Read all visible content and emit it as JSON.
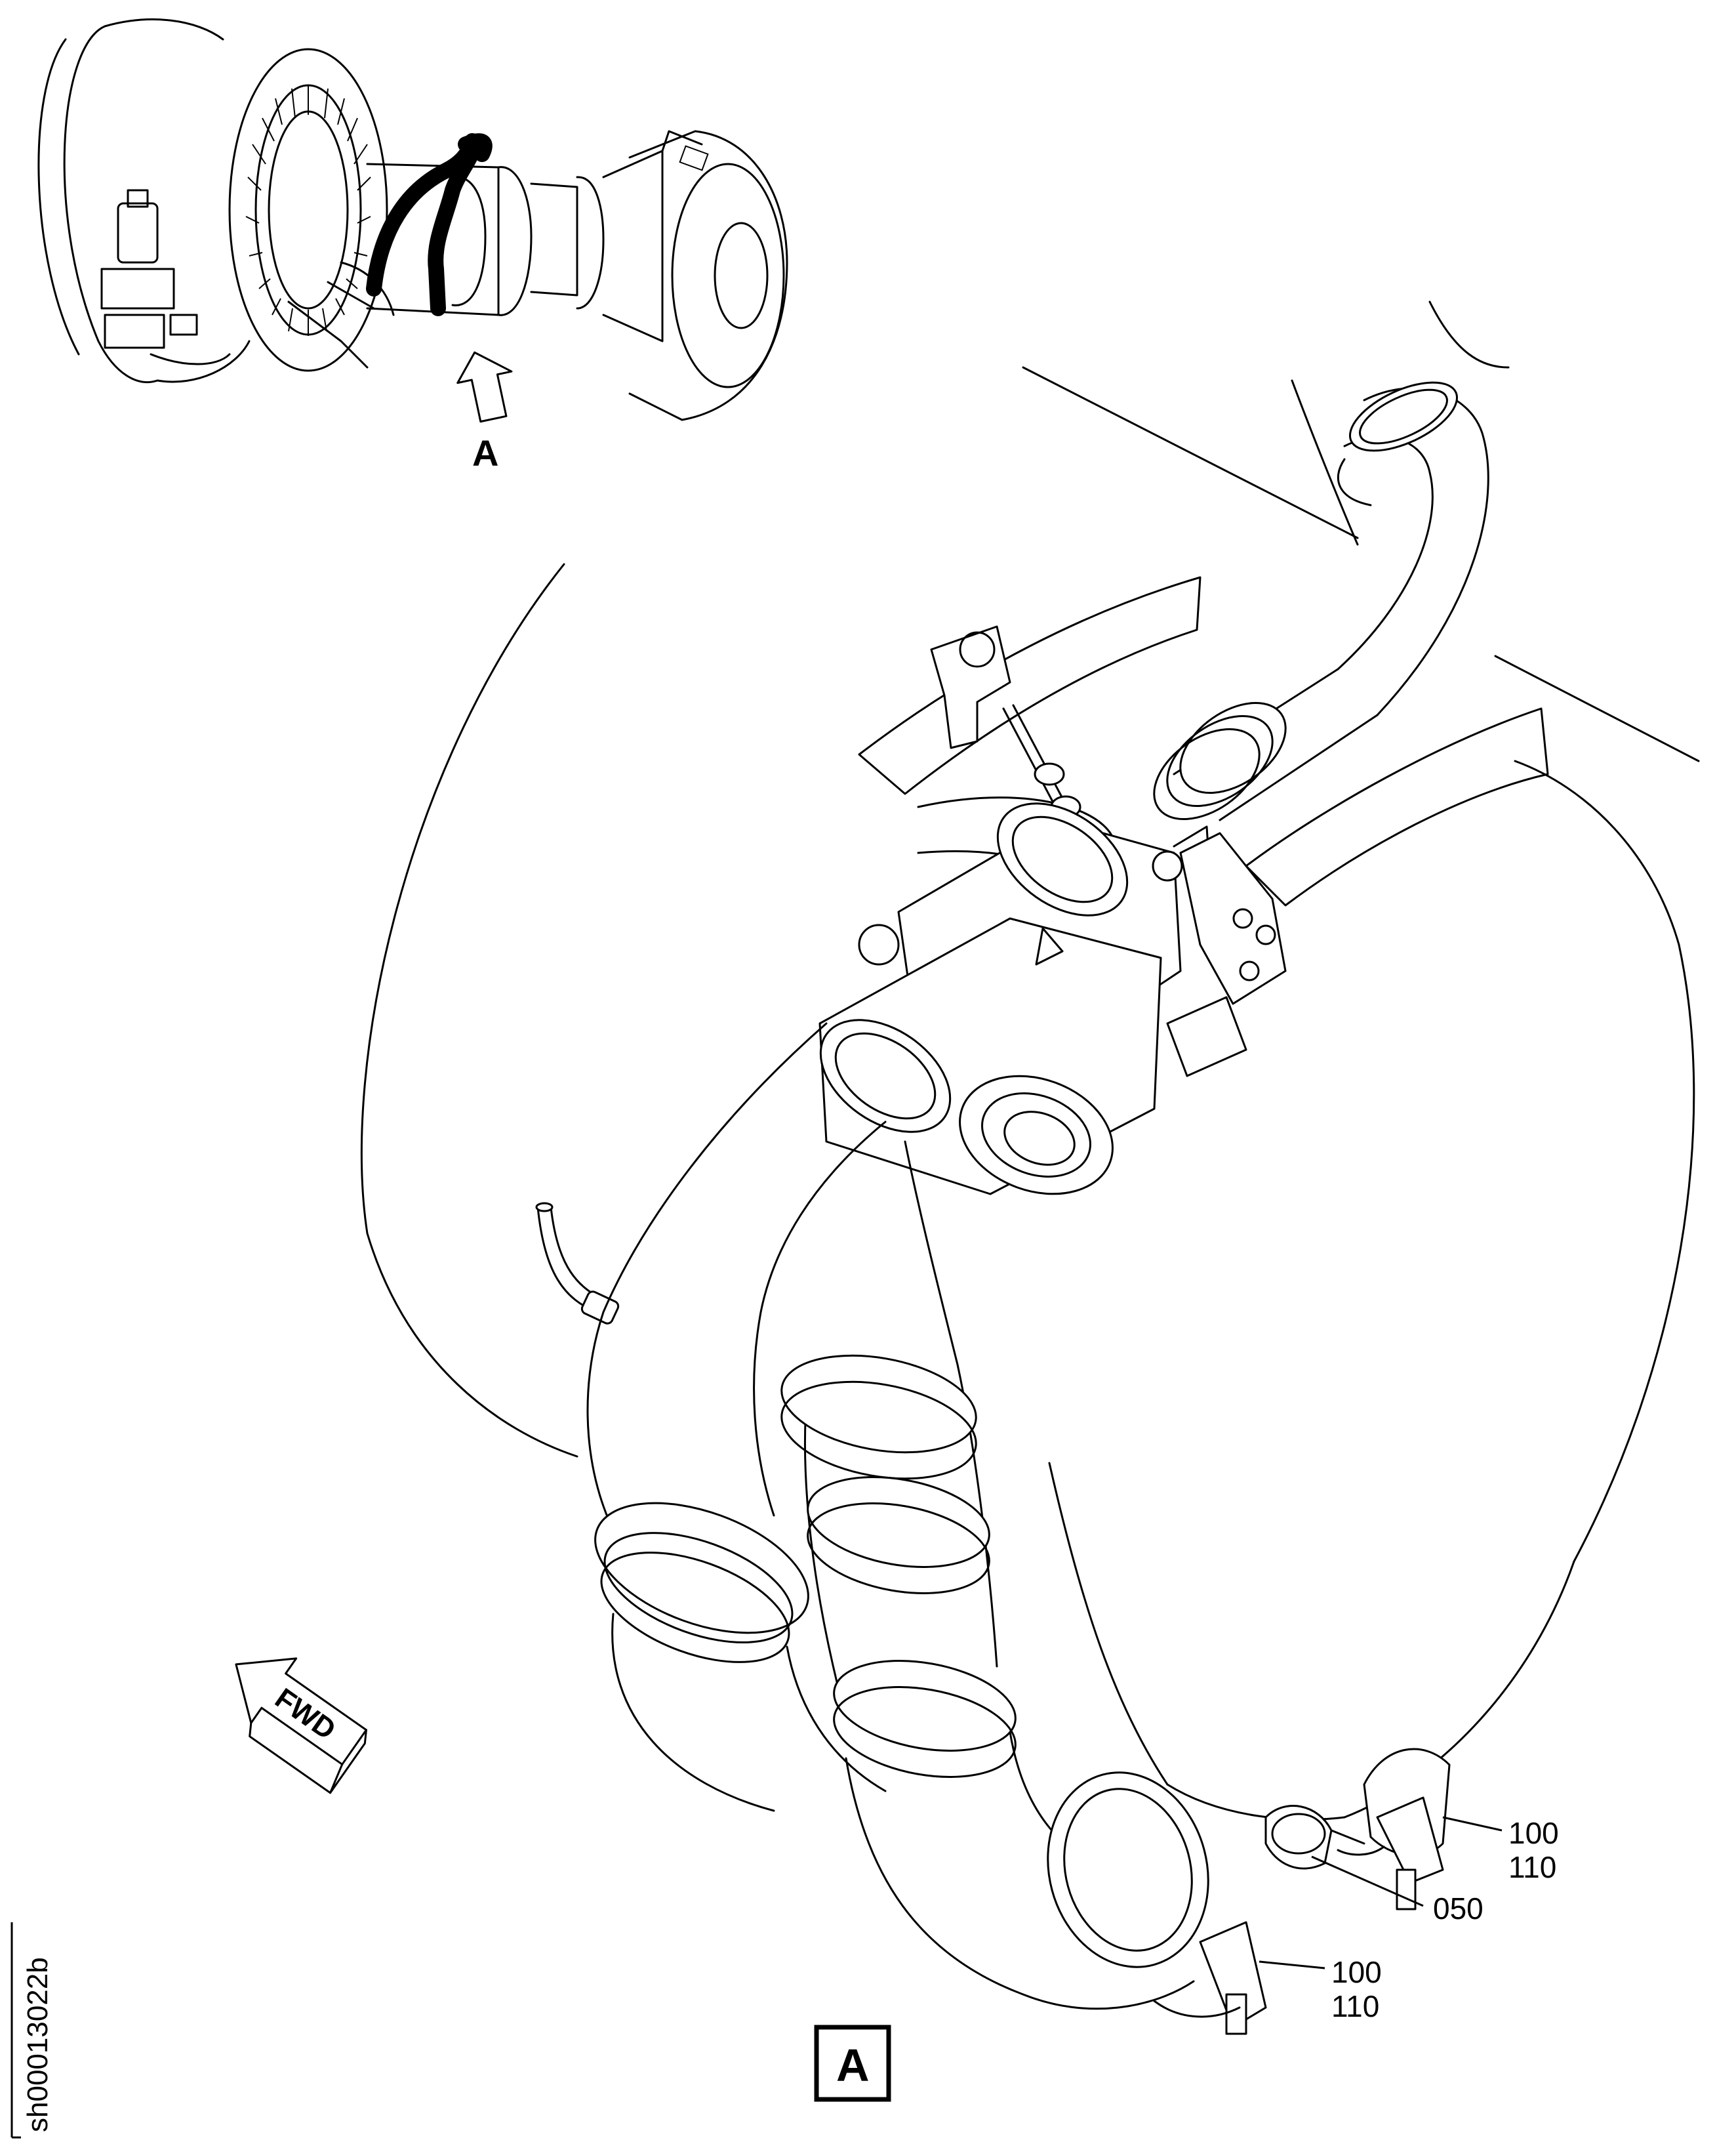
{
  "figure_id": "sh00013022b",
  "view_callout_label": "A",
  "detail_view_label": "A",
  "direction_arrow_label": "FWD",
  "callouts": [
    {
      "id": "clamp-right",
      "lines": [
        "100",
        "110"
      ]
    },
    {
      "id": "sensor",
      "lines": [
        "050"
      ]
    },
    {
      "id": "clamp-left",
      "lines": [
        "100",
        "110"
      ]
    }
  ]
}
